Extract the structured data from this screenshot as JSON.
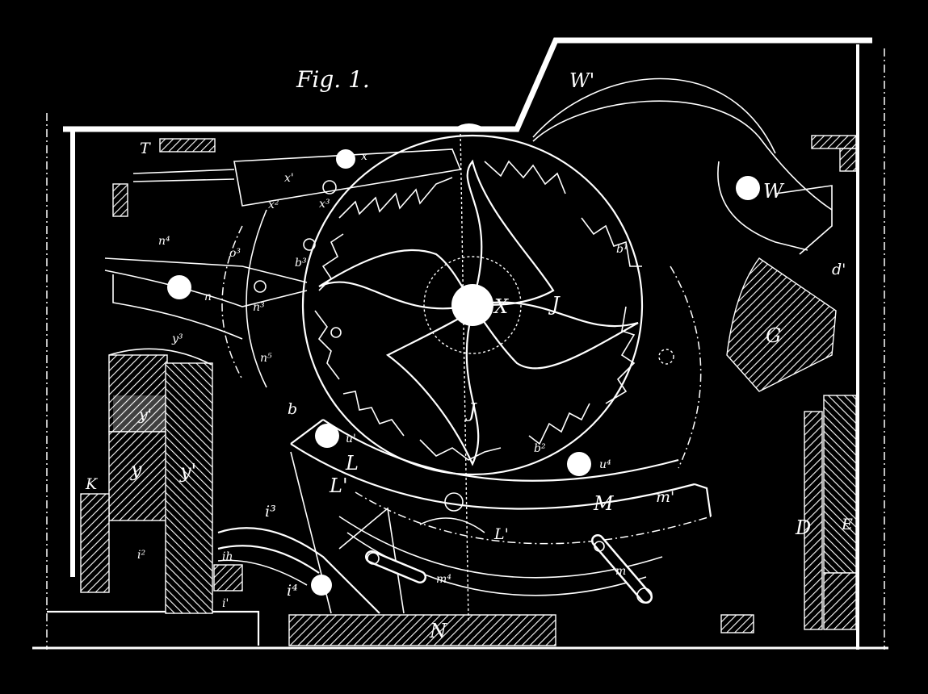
{
  "figure": {
    "title": "Fig. 1."
  },
  "labels": {
    "X": "X",
    "J_upper": "J",
    "J_lower": "J",
    "W": "W",
    "W_prime": "W'",
    "T": "T",
    "x": "x",
    "x1": "x'",
    "x2": "x²",
    "x3": "x³",
    "n4": "n⁴",
    "o3": "o³",
    "n": "n",
    "n3": "n³",
    "n5": "n⁵",
    "b3": "b³",
    "b": "b",
    "b1": "b¹",
    "b2": "b²",
    "y3": "y³",
    "y1_top": "y'",
    "y": "y",
    "y1": "y'",
    "K": "K",
    "i3": "i³",
    "i2": "i²",
    "ih": "ih",
    "i1": "i'",
    "i4": "i⁴",
    "L": "L",
    "L1": "L'",
    "L1_lower": "L'",
    "u1": "u'",
    "u4": "u⁴",
    "M": "M",
    "m1": "m'",
    "m": "m",
    "m4": "m⁴",
    "N": "N",
    "D": "D",
    "E": "E",
    "d1": "d'",
    "G": "G"
  },
  "colors": {
    "background": "#000000",
    "lines": "#ffffff"
  }
}
